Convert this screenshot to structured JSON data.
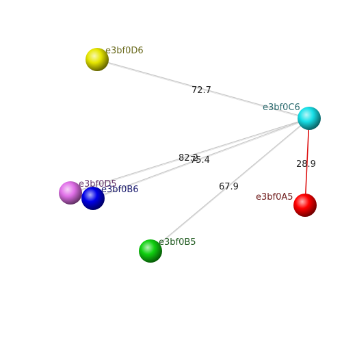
{
  "diagram": {
    "type": "network-graph",
    "nodes": [
      {
        "id": "e3bf0D6",
        "label": "e3bf0D6",
        "color": "#e6e600",
        "label_color": "#6b6b1f"
      },
      {
        "id": "e3bf0C6",
        "label": "e3bf0C6",
        "color": "#18e0e8",
        "label_color": "#2a6a6e"
      },
      {
        "id": "e3bf0D5",
        "label": "e3bf0D5",
        "color": "#e070e8",
        "label_color": "#6b3a6e"
      },
      {
        "id": "e3bf0B6",
        "label": "e3bf0B6",
        "color": "#0000e8",
        "label_color": "#1a1a6e"
      },
      {
        "id": "e3bf0A5",
        "label": "e3bf0A5",
        "color": "#ff0000",
        "label_color": "#6e1a1a"
      },
      {
        "id": "e3bf0B5",
        "label": "e3bf0B5",
        "color": "#10d010",
        "label_color": "#1f5a1f"
      }
    ],
    "edges": [
      {
        "source": "e3bf0D6",
        "target": "e3bf0C6",
        "label": "72.7",
        "color": "#c8c8c8"
      },
      {
        "source": "e3bf0D5",
        "target": "e3bf0C6",
        "label": "82.2",
        "color": "#c8c8c8"
      },
      {
        "source": "e3bf0B6",
        "target": "e3bf0C6",
        "label": "75.4",
        "color": "#c8c8c8"
      },
      {
        "source": "e3bf0B5",
        "target": "e3bf0C6",
        "label": "67.9",
        "color": "#c8c8c8"
      },
      {
        "source": "e3bf0A5",
        "target": "e3bf0C6",
        "label": "28.9",
        "color": "#dd1111"
      }
    ]
  }
}
